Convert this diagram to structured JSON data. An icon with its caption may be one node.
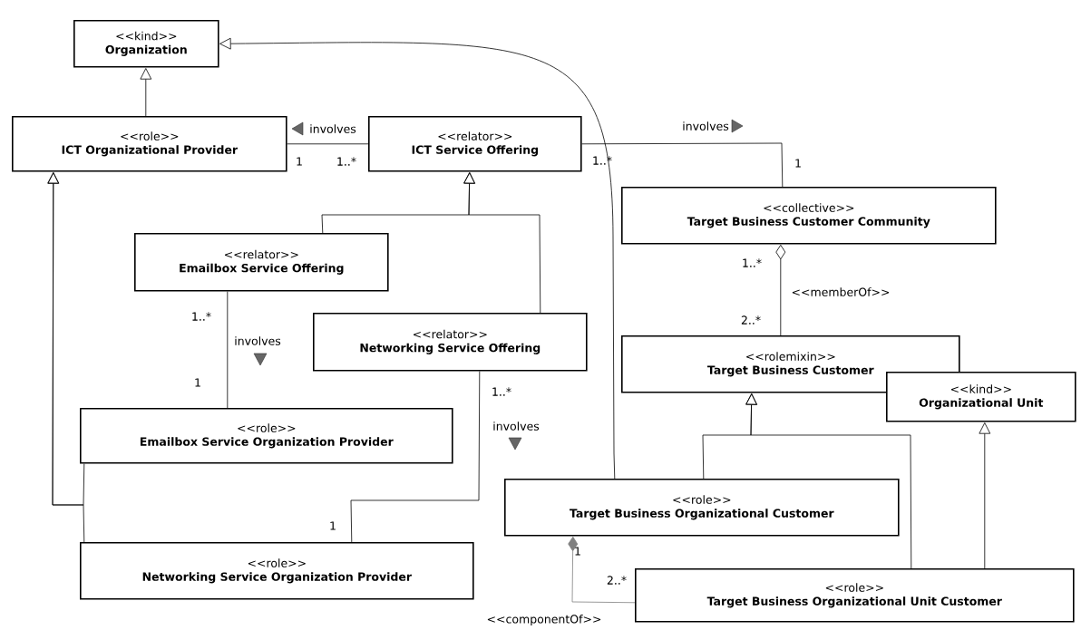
{
  "diagram": {
    "nodes": [
      {
        "text": [
          "<<kind>>",
          "Organization"
        ]
      },
      {
        "text": [
          "<<role>>",
          "ICT Organizational Provider"
        ]
      },
      {
        "text": [
          "<<relator>>",
          "ICT Service Offering"
        ]
      },
      {
        "text": [
          "<<collective>>",
          "Target Business Customer Community"
        ]
      },
      {
        "text": [
          "<<relator>>",
          "Emailbox Service Offering"
        ]
      },
      {
        "text": [
          "<<relator>>",
          "Networking Service Offering"
        ]
      },
      {
        "text": [
          "<<rolemixin>>",
          "Target Business Customer"
        ]
      },
      {
        "text": [
          "<<kind>>",
          "Organizational Unit"
        ]
      },
      {
        "text": [
          "<<role>>",
          "Emailbox Service Organization Provider"
        ]
      },
      {
        "text": [
          "<<role>>",
          "Target Business Organizational Customer"
        ]
      },
      {
        "text": [
          "<<role>>",
          "Networking Service Organization Provider"
        ]
      },
      {
        "text": [
          "<<role>>",
          "Target Business Organizational Unit Customer"
        ]
      }
    ],
    "edges": [
      {
        "from": 1,
        "to": 0,
        "arrow": "to"
      },
      {
        "from": 9,
        "to": 0,
        "arrow": "to"
      },
      {
        "from": 1,
        "to": 2,
        "arrow": "none",
        "label": "involves"
      },
      {
        "from": 2,
        "to": 3,
        "arrow": "none",
        "label": "involves"
      },
      {
        "from": 4,
        "to": 2,
        "arrow": "to"
      },
      {
        "from": 5,
        "to": 2,
        "arrow": "to"
      },
      {
        "from": 8,
        "to": 1,
        "arrow": "to"
      },
      {
        "from": 10,
        "to": 1,
        "arrow": "to"
      },
      {
        "from": 4,
        "to": 8,
        "arrow": "none",
        "label": "involves"
      },
      {
        "from": 5,
        "to": 10,
        "arrow": "none",
        "label": "involves"
      },
      {
        "from": 6,
        "to": 3,
        "arrow": "other",
        "label": "<<memberOf>>"
      },
      {
        "from": 9,
        "to": 6,
        "arrow": "to"
      },
      {
        "from": 11,
        "to": 6,
        "arrow": "to"
      },
      {
        "from": 11,
        "to": 7,
        "arrow": "to"
      },
      {
        "from": 11,
        "to": 9,
        "arrow": "other",
        "label": "<<componentOf>>",
        "color": "#808080"
      }
    ],
    "labels": [
      "1",
      "1..*",
      "1..*",
      "1",
      "1..*",
      "1..*",
      "2..*",
      "1",
      "1..*",
      "1",
      "1",
      "2..*"
    ]
  }
}
